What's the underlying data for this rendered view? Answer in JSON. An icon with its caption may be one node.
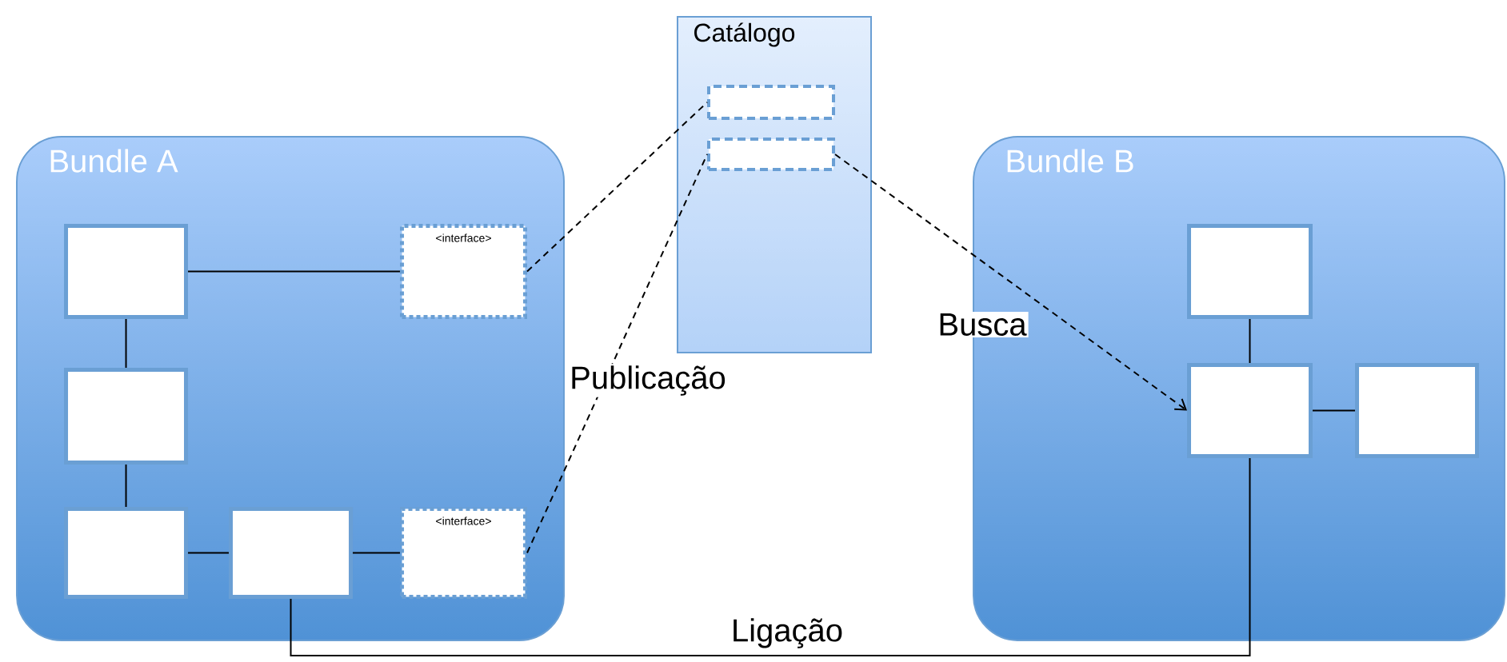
{
  "diagram": {
    "nodes": [
      {
        "text": [
          "Bundle A"
        ]
      },
      {
        "text": [],
        "shape": "box",
        "in": 0
      },
      {
        "text": [
          "<interface>"
        ],
        "in": 0
      },
      {
        "text": [],
        "shape": "box",
        "in": 0
      },
      {
        "text": [],
        "shape": "box",
        "in": 0
      },
      {
        "text": [],
        "shape": "box",
        "in": 0
      },
      {
        "text": [
          "<interface>"
        ],
        "in": 0
      },
      {
        "text": [
          "Catálogo"
        ]
      },
      {
        "text": [],
        "shape": "box",
        "in": 7
      },
      {
        "text": [],
        "shape": "box",
        "in": 7
      },
      {
        "text": [
          "Bundle B"
        ]
      },
      {
        "text": [],
        "shape": "box",
        "in": 10
      },
      {
        "text": [],
        "shape": "box",
        "in": 10
      },
      {
        "text": [],
        "shape": "box",
        "in": 10
      }
    ],
    "edges": [
      {
        "from": 1,
        "to": 2,
        "arrow": "none"
      },
      {
        "from": 1,
        "to": 3,
        "arrow": "none"
      },
      {
        "from": 3,
        "to": 4,
        "arrow": "none"
      },
      {
        "from": 4,
        "to": 5,
        "arrow": "none"
      },
      {
        "from": 5,
        "to": 6,
        "arrow": "none"
      },
      {
        "from": 2,
        "to": 8,
        "arrow": "none",
        "style": "dashed"
      },
      {
        "from": 6,
        "to": 9,
        "arrow": "none",
        "style": "dashed",
        "label": "Publicação"
      },
      {
        "from": 9,
        "to": 12,
        "arrow": "to",
        "style": "dashed",
        "label": "Busca"
      },
      {
        "from": 11,
        "to": 12,
        "arrow": "none"
      },
      {
        "from": 12,
        "to": 13,
        "arrow": "none"
      },
      {
        "from": 5,
        "to": 12,
        "arrow": "none",
        "label": "Ligação"
      }
    ]
  }
}
